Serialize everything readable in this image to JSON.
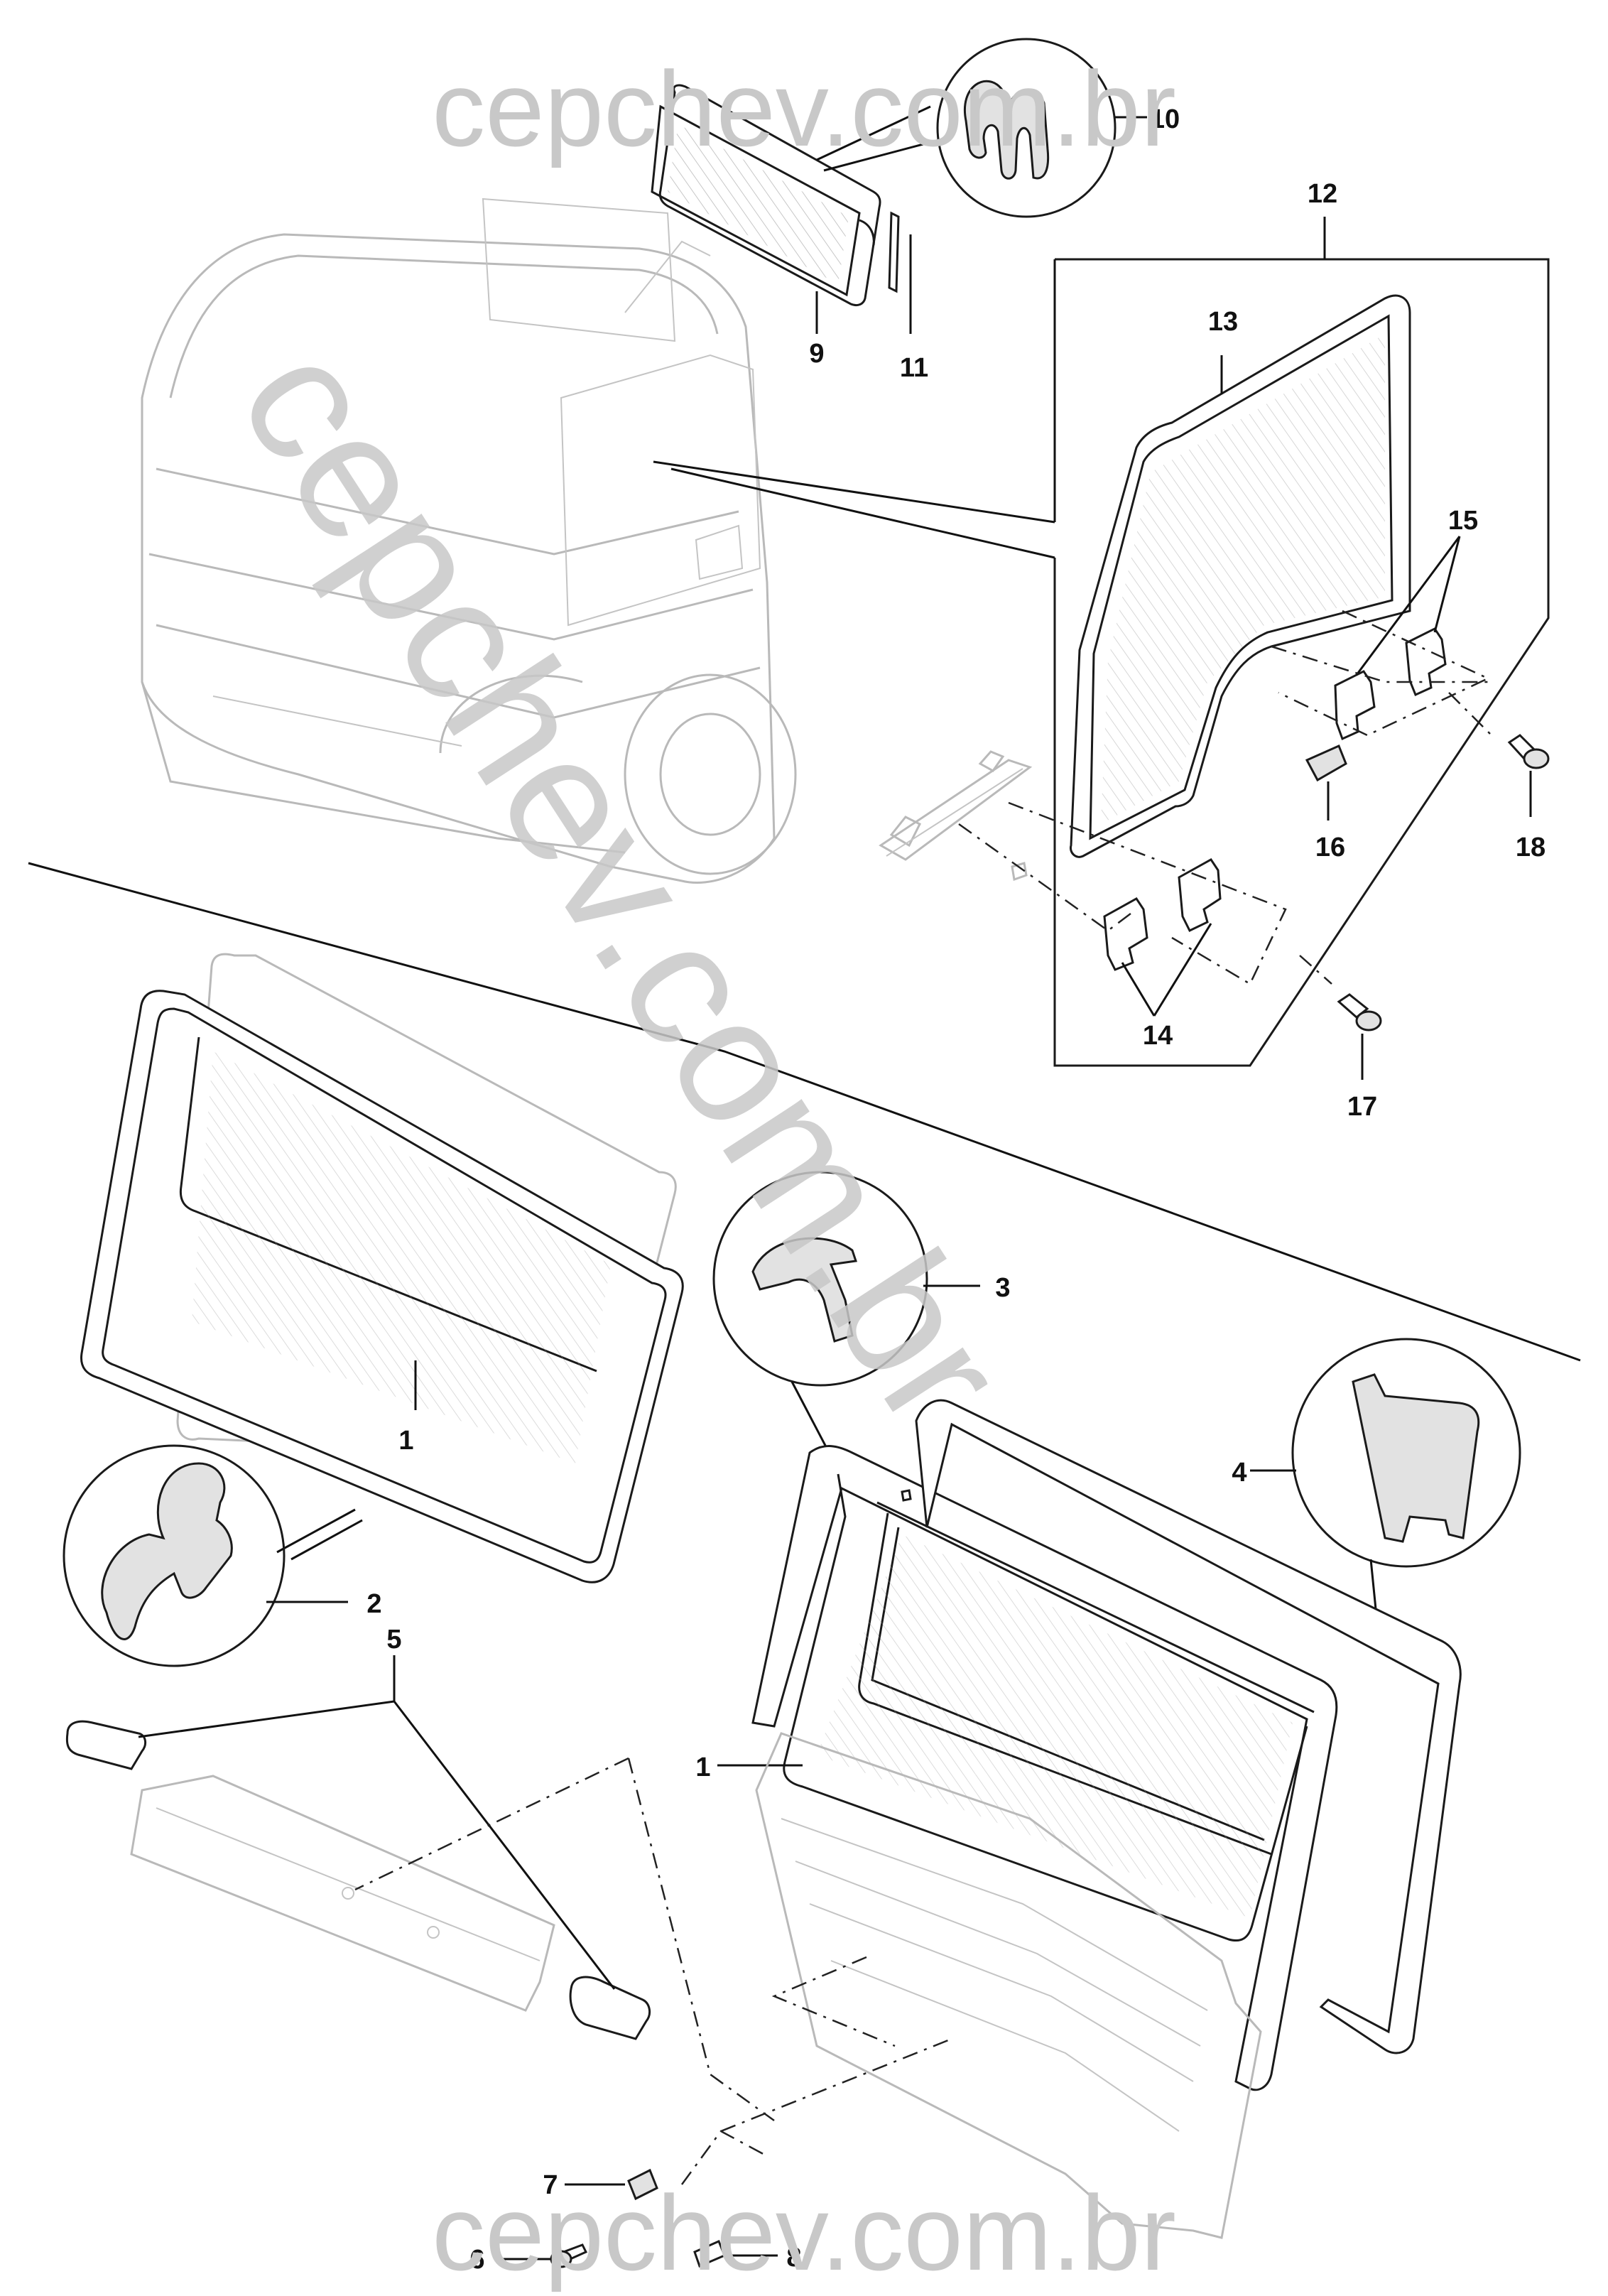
{
  "watermark": {
    "top": "cepchev.com.br",
    "bottom": "cepchev.com.br",
    "diagonal": "cepchev.com.br"
  },
  "callouts": [
    {
      "id": "c1a",
      "label": "1"
    },
    {
      "id": "c1b",
      "label": "1"
    },
    {
      "id": "c2",
      "label": "2"
    },
    {
      "id": "c3",
      "label": "3"
    },
    {
      "id": "c4",
      "label": "4"
    },
    {
      "id": "c5",
      "label": "5"
    },
    {
      "id": "c6",
      "label": "6"
    },
    {
      "id": "c7",
      "label": "7"
    },
    {
      "id": "c8",
      "label": "8"
    },
    {
      "id": "c9",
      "label": "9"
    },
    {
      "id": "c10",
      "label": "10"
    },
    {
      "id": "c11",
      "label": "11"
    },
    {
      "id": "c12",
      "label": "12"
    },
    {
      "id": "c13",
      "label": "13"
    },
    {
      "id": "c14",
      "label": "14"
    },
    {
      "id": "c15",
      "label": "15"
    },
    {
      "id": "c16",
      "label": "16"
    },
    {
      "id": "c17",
      "label": "17"
    },
    {
      "id": "c18",
      "label": "18"
    }
  ],
  "colors": {
    "ink": "#111111",
    "ghost_line": "#b9b9b9",
    "watermark": "#c8c8c8"
  }
}
